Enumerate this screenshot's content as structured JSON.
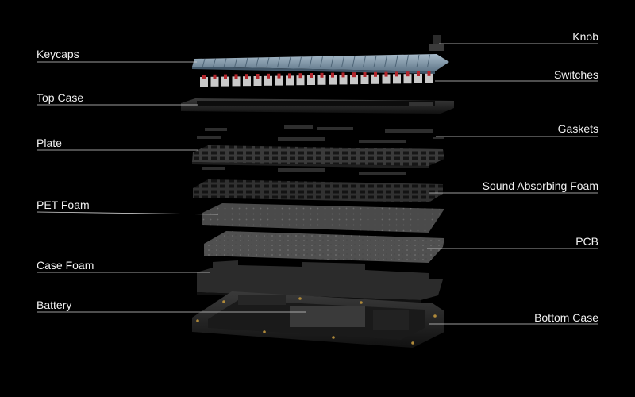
{
  "diagram": {
    "left_labels": [
      {
        "id": "keycaps",
        "text": "Keycaps"
      },
      {
        "id": "top-case",
        "text": "Top Case"
      },
      {
        "id": "plate",
        "text": "Plate"
      },
      {
        "id": "pet-foam",
        "text": "PET Foam"
      },
      {
        "id": "case-foam",
        "text": "Case Foam"
      },
      {
        "id": "battery",
        "text": "Battery"
      }
    ],
    "right_labels": [
      {
        "id": "knob",
        "text": "Knob"
      },
      {
        "id": "switches",
        "text": "Switches"
      },
      {
        "id": "gaskets",
        "text": "Gaskets"
      },
      {
        "id": "sound-absorbing-foam",
        "text": "Sound Absorbing Foam"
      },
      {
        "id": "pcb",
        "text": "PCB"
      },
      {
        "id": "bottom-case",
        "text": "Bottom Case"
      }
    ]
  },
  "colors": {
    "background": "#000000",
    "label_text": "#f2f2f2",
    "leader_line": "#d0d0d0",
    "keycap_blue": "#8aa3b8",
    "switch_red": "#b3262c",
    "dark_layer": "#2a2a2a",
    "mid_layer": "#3a3a3a",
    "case": "#1c1c1c"
  }
}
